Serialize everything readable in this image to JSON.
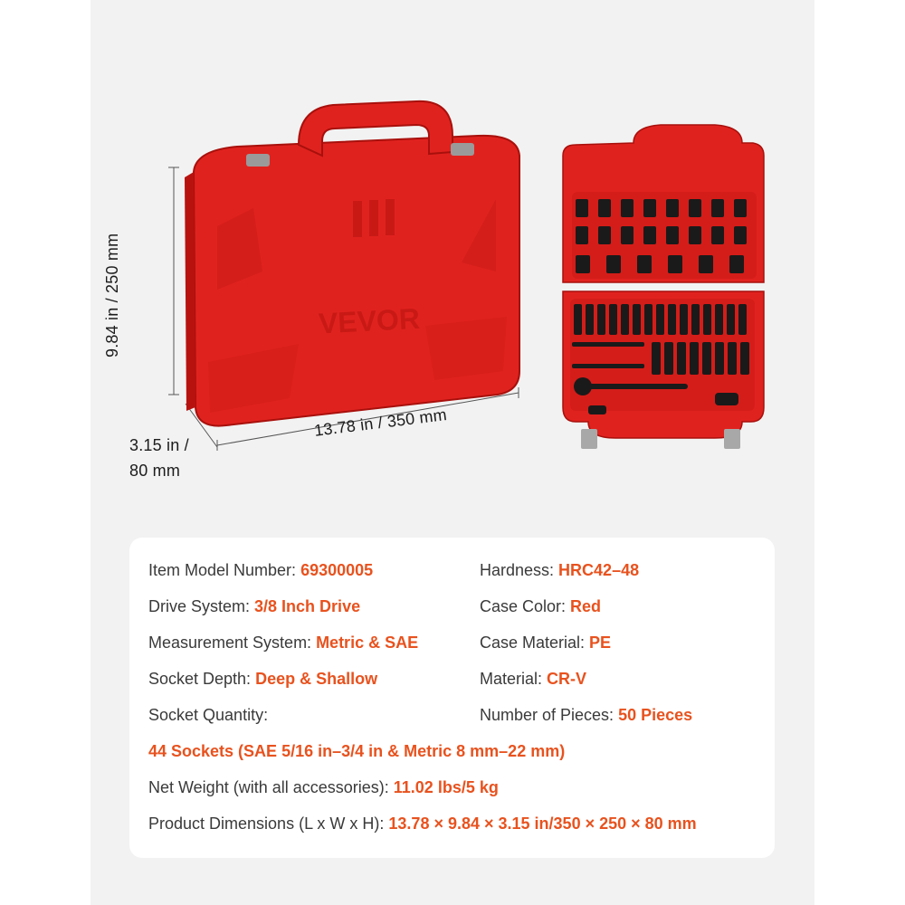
{
  "brand": "VEVOR",
  "dimensions": {
    "height": "9.84 in / 250 mm",
    "depth_line1": "3.15 in /",
    "depth_line2": "80 mm",
    "length": "13.78 in / 350 mm"
  },
  "specs": {
    "model_label": "Item Model Number: ",
    "model_value": "69300005",
    "hardness_label": "Hardness: ",
    "hardness_value": "HRC42–48",
    "drive_label": "Drive System: ",
    "drive_value": "3/8 Inch Drive",
    "case_color_label": "Case Color: ",
    "case_color_value": "Red",
    "measurement_label": "Measurement System: ",
    "measurement_value": "Metric & SAE",
    "case_material_label": "Case Material: ",
    "case_material_value": "PE",
    "depth_label": "Socket Depth: ",
    "depth_value": "Deep & Shallow",
    "material_label": "Material: ",
    "material_value": "CR-V",
    "quantity_label": "Socket Quantity:",
    "pieces_label": "Number of Pieces: ",
    "pieces_value": "50 Pieces",
    "quantity_value": "44 Sockets (SAE 5/16 in–3/4 in & Metric 8 mm–22 mm)",
    "weight_label": "Net Weight (with all accessories): ",
    "weight_value": "11.02 lbs/5 kg",
    "product_dim_label": "Product Dimensions (L x W x H): ",
    "product_dim_value": "13.78 × 9.84 × 3.15 in/350 × 250 × 80 mm"
  },
  "colors": {
    "case_red": "#e0221e",
    "case_dark": "#b8120f",
    "accent_orange": "#e8521e",
    "socket_black": "#1a1a1a"
  }
}
